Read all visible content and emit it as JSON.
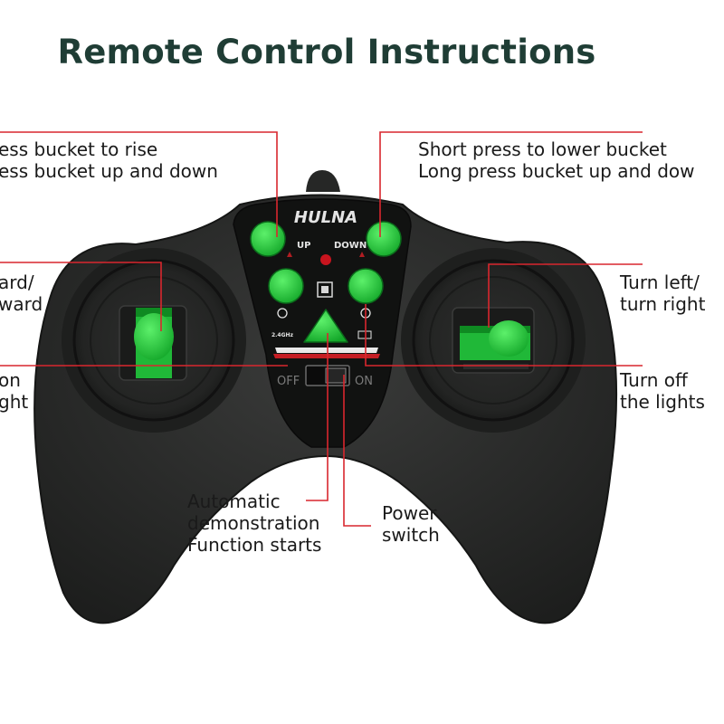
{
  "title": "Remote Control Instructions",
  "callouts": {
    "top_left": [
      "ess bucket to rise",
      "ess bucket up and down"
    ],
    "top_right": [
      "Short press to lower bucket",
      "Long press bucket up and dow"
    ],
    "mid_left": [
      "ard/",
      "ward"
    ],
    "mid_right": [
      "Turn left/",
      "turn right"
    ],
    "low_left": [
      "on",
      "ght"
    ],
    "low_right": [
      "Turn off",
      "the lights"
    ],
    "bottom_center": [
      "Automatic",
      "demonstration",
      "Function starts"
    ],
    "bottom_right": [
      "Power",
      "switch"
    ]
  },
  "controller": {
    "brand": "HULNA",
    "up_label": "UP",
    "down_label": "DOWN",
    "freq_label": "2.4GHz",
    "off_label": "OFF",
    "on_label": "ON"
  },
  "colors": {
    "title": "#1f3d35",
    "callout_line": "#d9272e",
    "button_green": "#22c93a",
    "controller_body": "#2a2b2a"
  }
}
